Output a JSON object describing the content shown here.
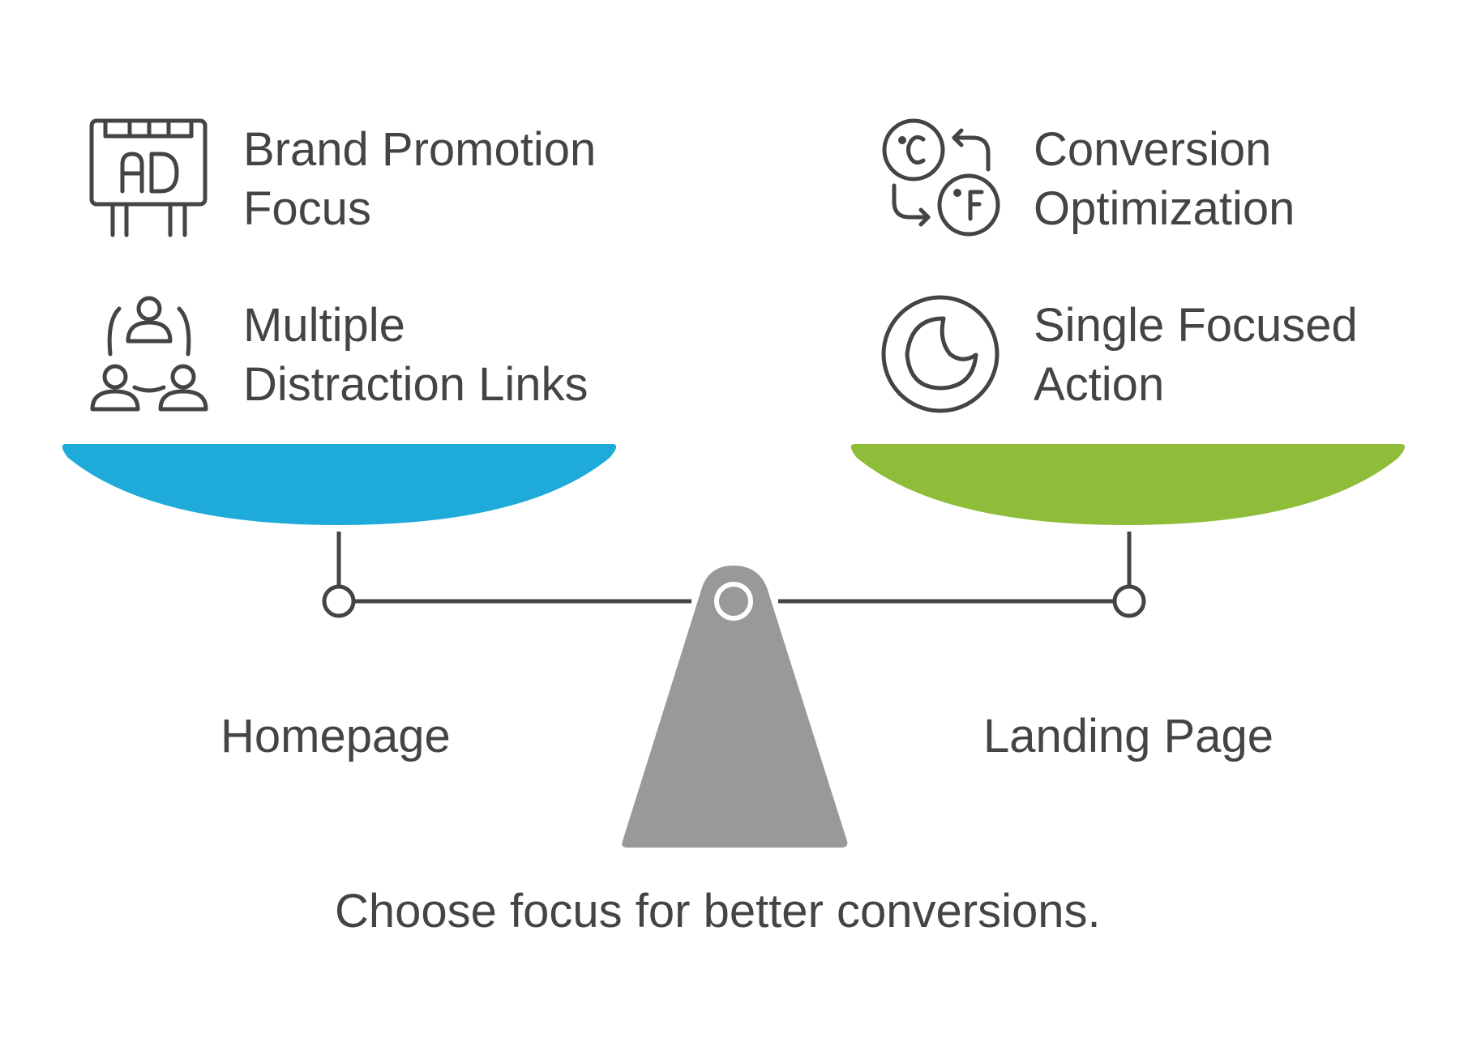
{
  "colors": {
    "left_pan": "#1fabd9",
    "right_pan": "#8fbd3a",
    "fulcrum": "#999999",
    "lines": "#444444",
    "text": "#444444",
    "background": "#ffffff"
  },
  "left": {
    "label": "Homepage",
    "features": [
      {
        "line1": "Brand Promotion",
        "line2": "Focus",
        "icon": "billboard-ad-icon"
      },
      {
        "line1": "Multiple",
        "line2": "Distraction Links",
        "icon": "people-network-icon"
      }
    ]
  },
  "right": {
    "label": "Landing Page",
    "features": [
      {
        "line1": "Conversion",
        "line2": "Optimization",
        "icon": "temperature-conversion-icon"
      },
      {
        "line1": "Single Focused",
        "line2": "Action",
        "icon": "moon-focus-icon"
      }
    ]
  },
  "caption": "Choose focus for better conversions."
}
